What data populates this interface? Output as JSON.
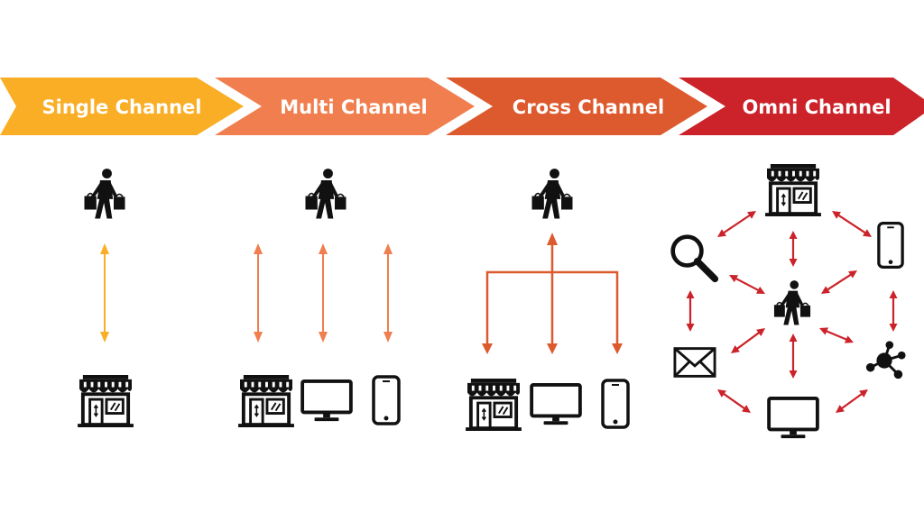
{
  "stages": [
    {
      "label": "Single Channel",
      "color": "#F9AE25"
    },
    {
      "label": "Multi Channel",
      "color": "#F07E4E"
    },
    {
      "label": "Cross Channel",
      "color": "#DD5A2E"
    },
    {
      "label": "Omni Channel",
      "color": "#CC2229"
    }
  ],
  "single_channel": {
    "channels": [
      "store-icon"
    ]
  },
  "multi_channel": {
    "channels": [
      "store-icon",
      "monitor-icon",
      "smartphone-icon"
    ]
  },
  "cross_channel": {
    "channels": [
      "store-icon",
      "monitor-icon",
      "smartphone-icon"
    ]
  },
  "omni_channel": {
    "channels": [
      "store-icon",
      "smartphone-icon",
      "network-icon",
      "monitor-icon",
      "mail-icon",
      "search-icon"
    ]
  },
  "colors": {
    "icon": "#111111",
    "background": "#ffffff"
  }
}
